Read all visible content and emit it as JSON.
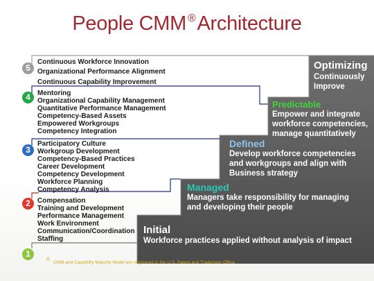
{
  "title": "People CMM",
  "title_mark": "®",
  "title_rest": "Architecture",
  "levels": [
    {
      "number": "1",
      "name": "Initial",
      "color": "#8dc63f",
      "description": [
        "Workforce practices applied without analysis of impact"
      ],
      "process_areas": []
    },
    {
      "number": "2",
      "name": "Managed",
      "color": "#e0392b",
      "description": [
        "Managers take responsibility for managing",
        "and developing their people"
      ],
      "process_areas": [
        "Compensation",
        "Training and Development",
        "Performance Management",
        "Work Environment",
        "Communication/Coordination",
        "Staffing"
      ]
    },
    {
      "number": "3",
      "name": "Defined",
      "color": "#2f6fc0",
      "description": [
        "Develop workforce competencies",
        "and workgroups and align with",
        "Business strategy"
      ],
      "process_areas": [
        "Participatory Culture",
        "Workgroup Development",
        "Competency-Based Practices",
        "Career Development",
        "Competency Development",
        "Workforce Planning",
        "Competency Analysis"
      ]
    },
    {
      "number": "4",
      "name": "Predictable",
      "color": "#20a846",
      "description": [
        "Empower and integrate",
        "workforce competencies,",
        "manage quantitatively"
      ],
      "process_areas": [
        "Mentoring",
        "Organizational Capability Management",
        "Quantitative Performance Management",
        "Competency-Based Assets",
        "Empowered Workgroups",
        "Competency Integration"
      ]
    },
    {
      "number": "5",
      "name": "Optimizing",
      "color": "#9e9e9e",
      "description": [
        "Continuously",
        "Improve"
      ],
      "process_areas": [
        "Continuous Workforce Innovation",
        "Organizational Performance Alignment",
        "Continuous Capability Improvement"
      ]
    }
  ],
  "name_colors": {
    "initial": "#ffffff",
    "managed": "#2cc7b6",
    "defined": "#8fc3ef",
    "predictable": "#3fd43a",
    "optimizing": "#ffffff"
  },
  "footnote_mark": "®",
  "footnote": "CMM and Capability Maturity Model are registered in the U.S. Patent and Trademark Office."
}
